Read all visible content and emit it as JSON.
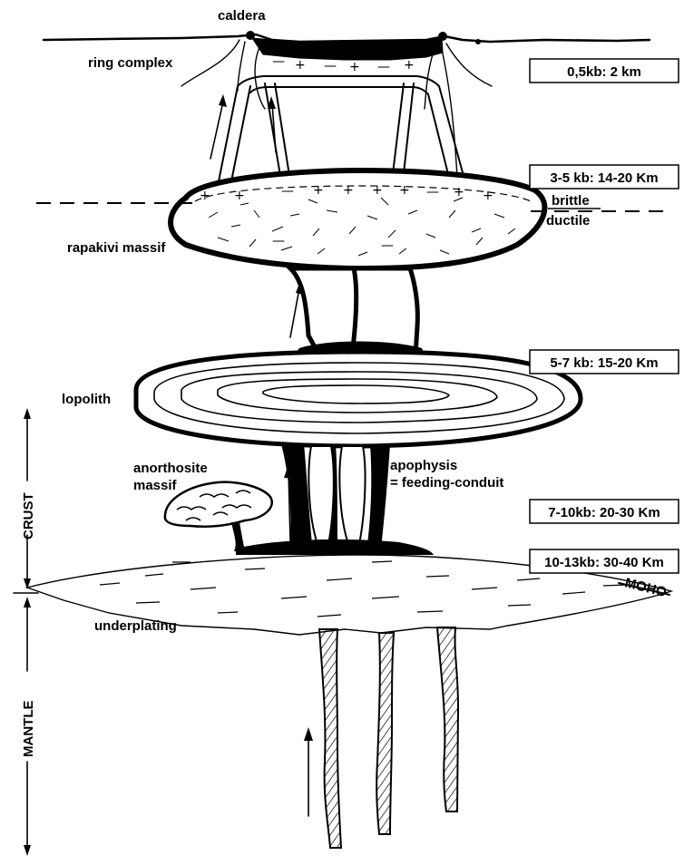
{
  "labels": {
    "caldera": "caldera",
    "ring_complex": "ring complex",
    "rapakivi_massif": "rapakivi massif",
    "brittle": "brittle",
    "ductile": "ductile",
    "lopolith": "lopolith",
    "anorthosite_line1": "anorthosite",
    "anorthosite_line2": "massif",
    "apophysis_line1": "apophysis",
    "apophysis_line2": "= feeding-conduit",
    "underplating": "underplating",
    "moho": "MOHO",
    "crust": "CRUST",
    "mantle": "MANTLE"
  },
  "depth_boxes": [
    "0,5kb: 2 km",
    "3-5 kb: 14-20 Km",
    "5-7 kb: 15-20 Km",
    "7-10kb: 20-30 Km",
    "10-13kb: 30-40 Km"
  ]
}
